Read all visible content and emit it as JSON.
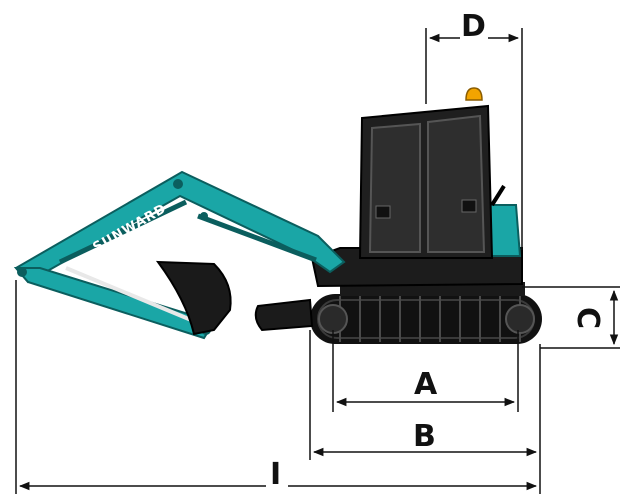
{
  "colors": {
    "boom": "#1aa6a6",
    "boom_dark": "#0f7f80",
    "body": "#1e1e1e",
    "track": "#111111",
    "beacon": "#f2a400",
    "dimension_line": "#111111",
    "background": "#ffffff"
  },
  "brand": {
    "text": "SUNWARD"
  },
  "dimensions": {
    "A": {
      "label": "A"
    },
    "B": {
      "label": "B"
    },
    "C": {
      "label": "C"
    },
    "D": {
      "label": "D"
    },
    "I": {
      "label": "I"
    }
  }
}
